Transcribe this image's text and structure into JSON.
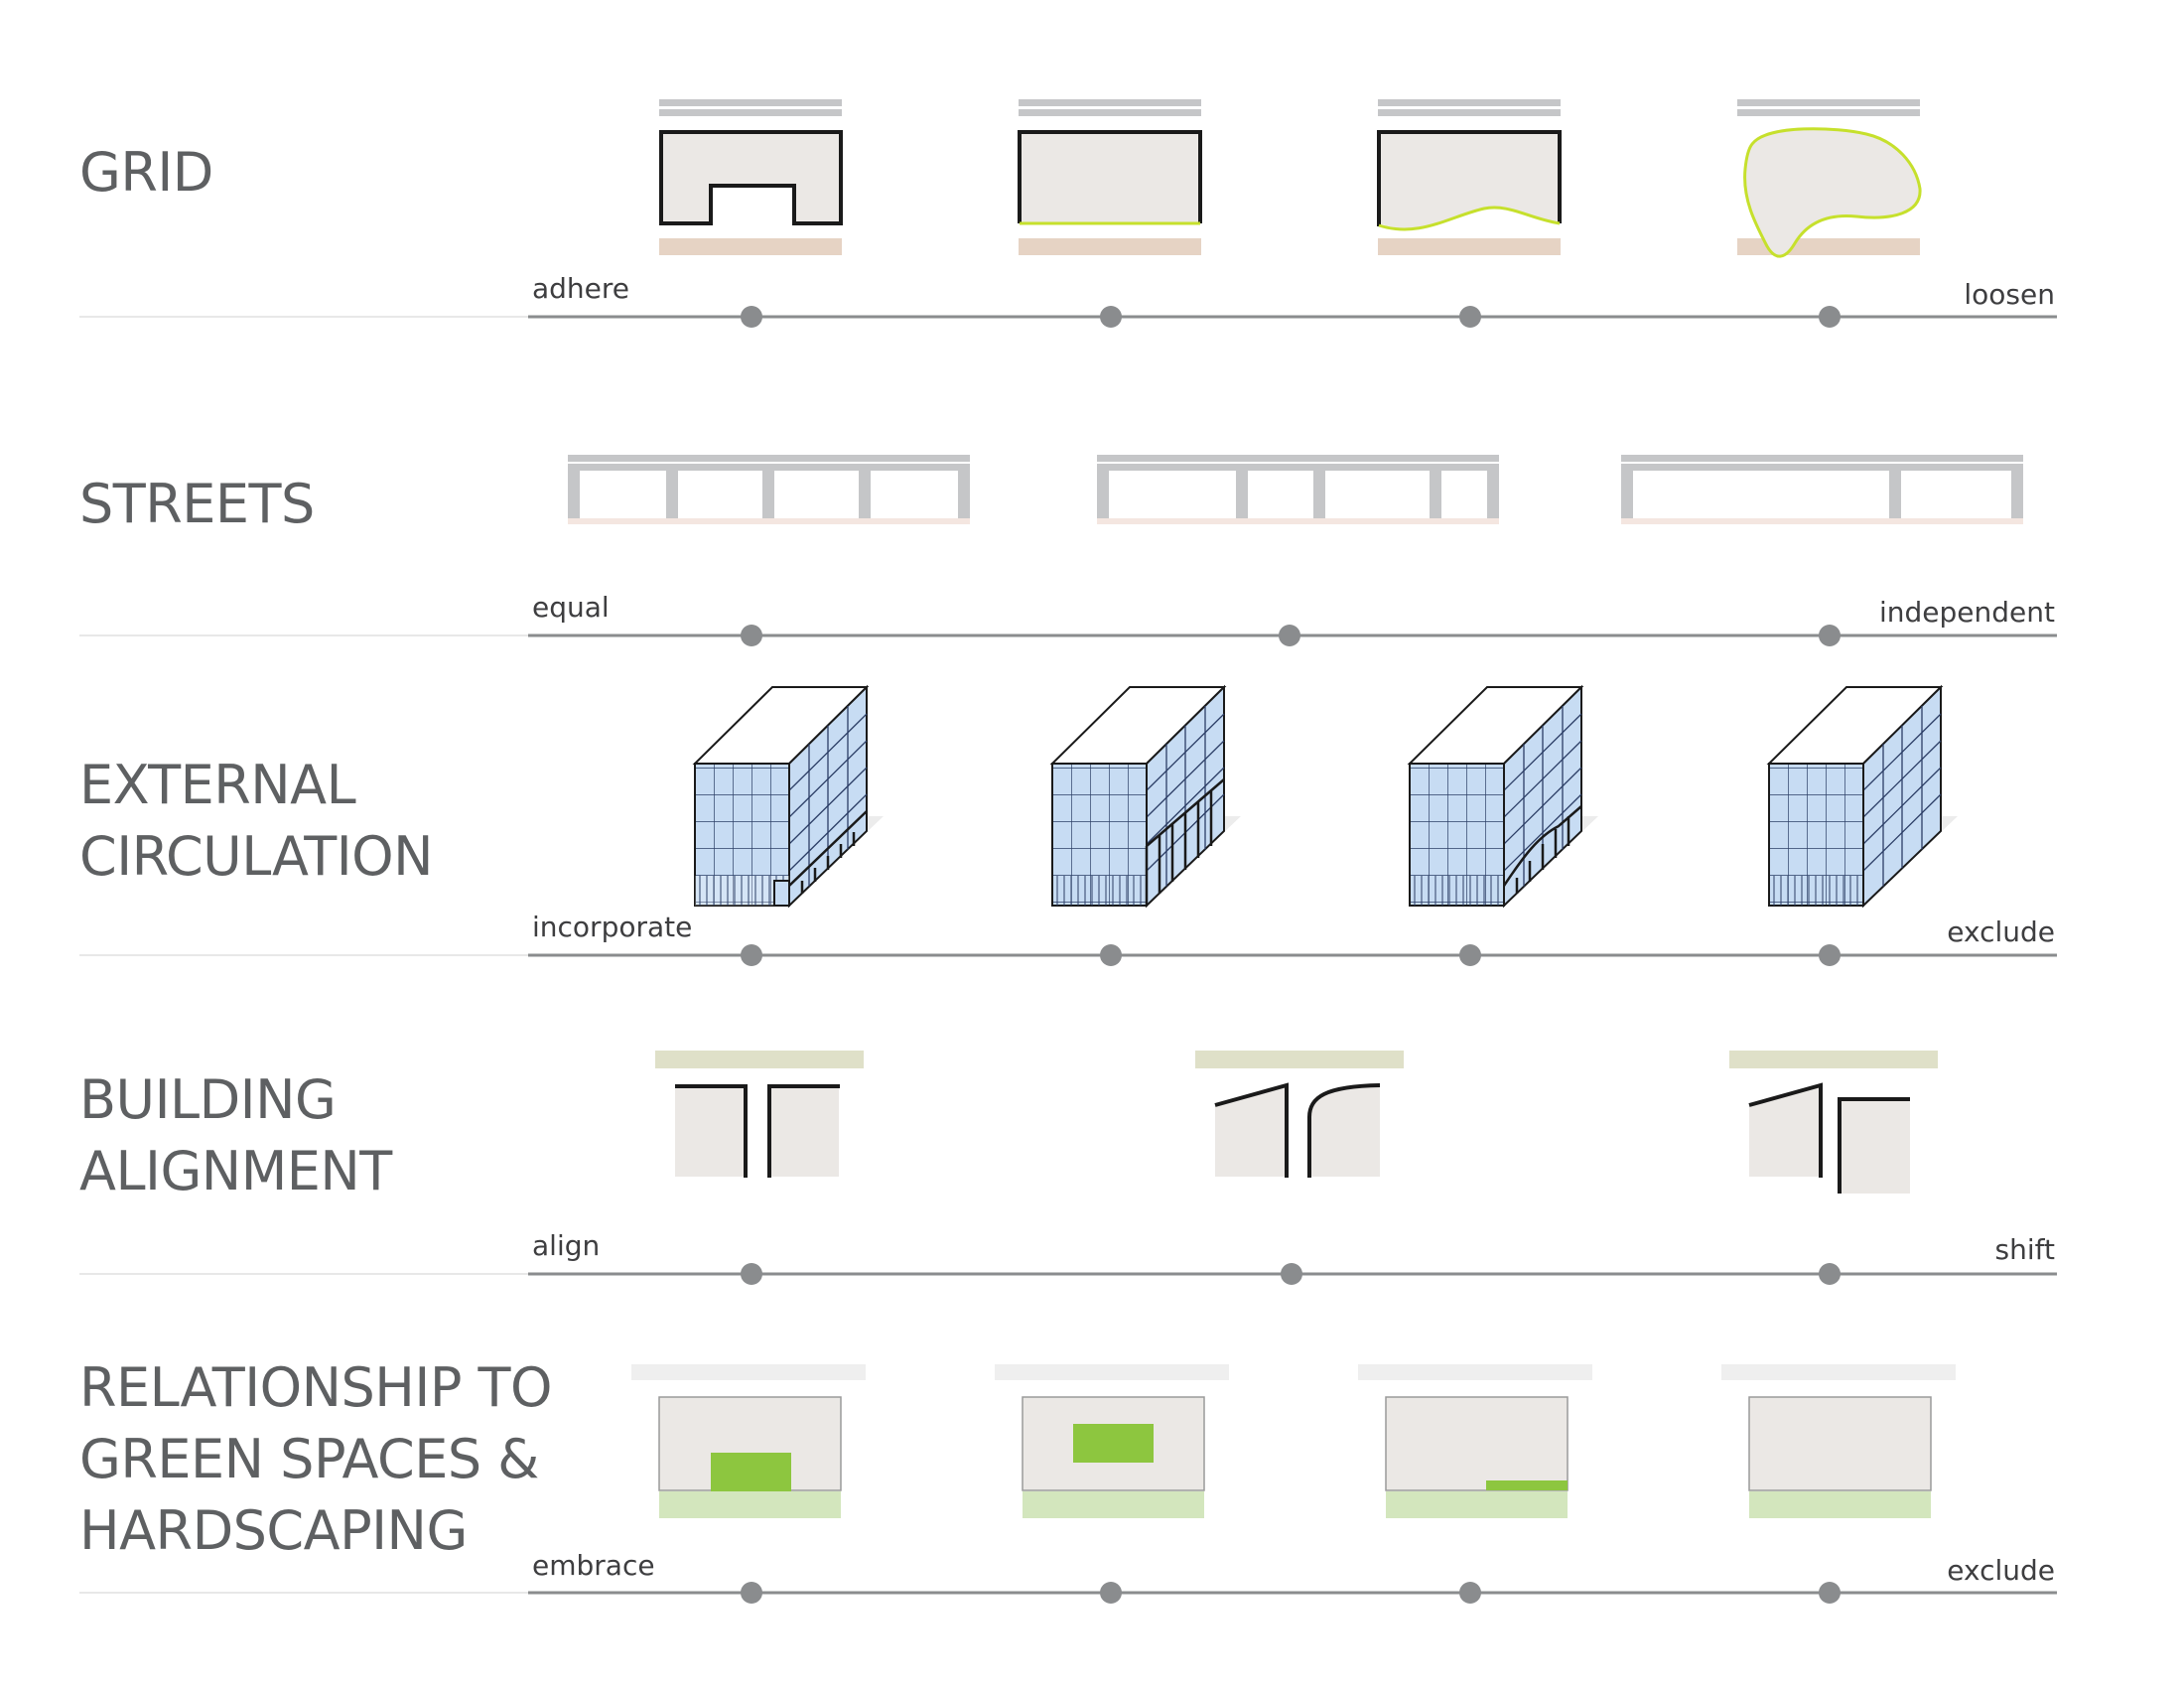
{
  "rows": [
    {
      "title_lines": [
        "GRID"
      ],
      "left_label": "adhere",
      "right_label": "loosen"
    },
    {
      "title_lines": [
        "STREETS"
      ],
      "left_label": "equal",
      "right_label": "independent"
    },
    {
      "title_lines": [
        "EXTERNAL",
        "CIRCULATION"
      ],
      "left_label": "incorporate",
      "right_label": "exclude"
    },
    {
      "title_lines": [
        "BUILDING",
        "ALIGNMENT"
      ],
      "left_label": "align",
      "right_label": "shift"
    },
    {
      "title_lines": [
        "RELATIONSHIP TO",
        "GREEN SPACES &",
        "HARDSCAPING"
      ],
      "left_label": "embrace",
      "right_label": "exclude"
    }
  ],
  "colors": {
    "text": "#5e6062",
    "axis": "#8a8c8e",
    "dot": "#8a8c8e",
    "road": "#c5c6c8",
    "sidewalk": "#e6d3c4",
    "block": "#ebe8e5",
    "accent_green": "#8dc63f",
    "light_green": "#d3e6bd",
    "outline_lime": "#c6e02c",
    "facade_blue": "#c7dcf3",
    "alignment_bar": "#dfe0c8"
  }
}
